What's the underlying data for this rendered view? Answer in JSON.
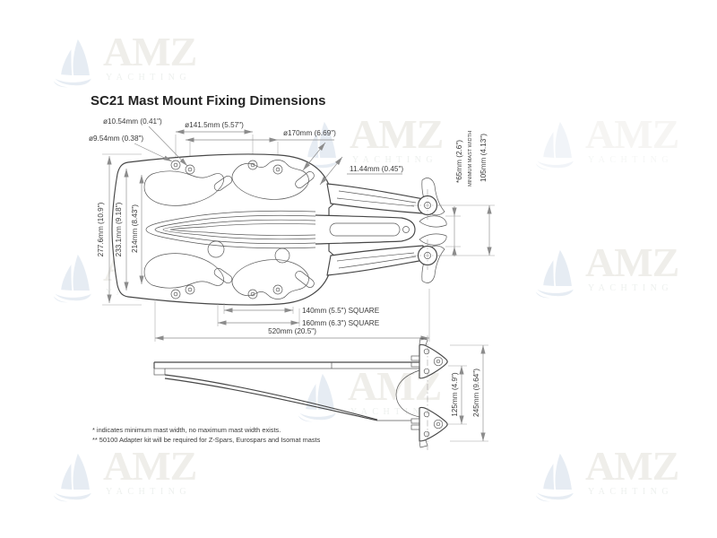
{
  "title": "SC21 Mast Mount Fixing Dimensions",
  "watermark": {
    "brand": "AMZ",
    "sub": "YACHTING",
    "text_color": "#efeeea",
    "boat_color": "#e6ecf3"
  },
  "drawing_colors": {
    "outline": "#474747",
    "dimension_lines": "#8c8c8c",
    "label_text": "#3a3a3a"
  },
  "plan_view": {
    "labels": {
      "hole_dia_outer": "ø10.54mm (0.41\")",
      "hole_dia_inner": "ø9.54mm (0.38\")",
      "circle_inner": "ø141.5mm (5.57\")",
      "circle_outer": "ø170mm (6.69\")",
      "slot_width": "11.44mm (0.45\")",
      "overall_height": "277.6mm (10.9\")",
      "mid_height": "233.1mm (9.18\")",
      "inner_height": "214mm (8.43\")",
      "square_small": "140mm (5.5\") SQUARE",
      "square_large": "160mm (6.3\") SQUARE",
      "overall_length": "520mm (20.5\")",
      "mast_width": "*65mm (2.6\")",
      "mast_width_note": "MINIMUM MAST WIDTH",
      "pivot_spacing": "105mm (4.13\")"
    }
  },
  "side_view": {
    "labels": {
      "bracket_spacing": "125mm (4.9\")",
      "overall_height": "245mm (9.64\")"
    }
  },
  "footnotes": [
    "* indicates minimum mast width, no maximum mast width exists.",
    "** 50100 Adapter kit will be required for Z-Spars, Eurospars and Isomat masts"
  ]
}
